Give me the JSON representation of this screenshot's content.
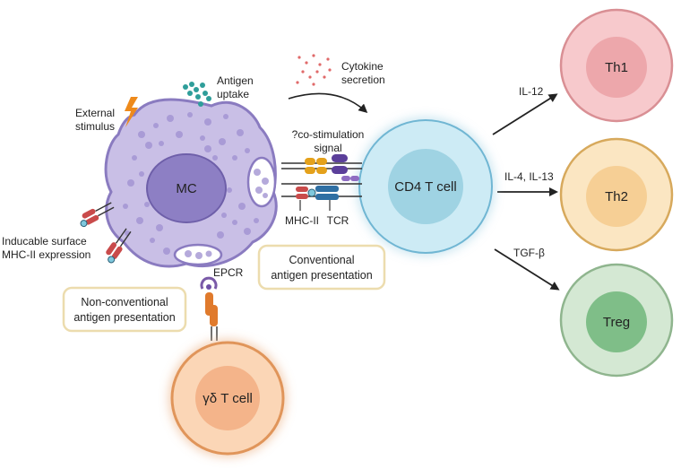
{
  "cells": {
    "mc": "MC",
    "cd4": "CD4 T cell",
    "th1": "Th1",
    "th2": "Th2",
    "treg": "Treg",
    "gd": "γδ T cell"
  },
  "labels": {
    "antigen_uptake": [
      "Antigen",
      "uptake"
    ],
    "external_stimulus": [
      "External",
      "stimulus"
    ],
    "cytokine_secretion": [
      "Cytokine",
      "secretion"
    ],
    "costim": [
      "?co-stimulation",
      "signal"
    ],
    "mhc2": "MHC-II",
    "tcr": "TCR",
    "inducible": [
      "Inducable surface",
      "MHC-II expression"
    ],
    "epcr": "EPCR",
    "il12": "IL-12",
    "il4_il13": "IL-4, IL-13",
    "tgfb": "TGF-β"
  },
  "boxes": {
    "conventional": [
      "Conventional",
      "antigen presentation"
    ],
    "nonconventional": [
      "Non-conventional",
      "antigen presentation"
    ]
  },
  "colors": {
    "mc_body": "#c9bfe6",
    "mc_border": "#8a7bc0",
    "mc_nucleus": "#8d7fc4",
    "cd4_outer": "#cdebf5",
    "cd4_inner": "#9fd3e3",
    "th1_outer": "#f7c9cc",
    "th1_inner": "#eda7ab",
    "th2_outer": "#fbe6c2",
    "th2_inner": "#f6cf95",
    "treg_outer": "#d4e8d3",
    "treg_inner": "#7fbe88",
    "gd_outer": "#fbd6b6",
    "gd_inner": "#f4b48a",
    "box_border": "#ecdcae"
  }
}
